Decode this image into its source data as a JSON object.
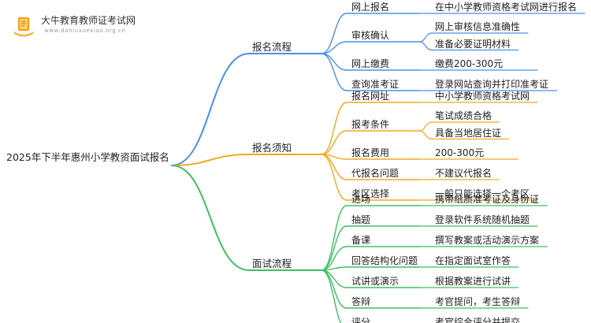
{
  "brand": {
    "name": "大牛教育教师证考试网",
    "url": "www.daniuxuexiao.org.cn"
  },
  "colors": {
    "flow": "#4a8fe8",
    "notice": "#f1a91c",
    "interview": "#3fbf62"
  },
  "mindmap": {
    "root": "2025年下半年惠州小学教资面试报名",
    "branches": [
      {
        "label": "报名流程",
        "color_key": "flow",
        "children": [
          {
            "label": "网上报名",
            "details": [
              "在中小学教师资格考试网进行报名"
            ]
          },
          {
            "label": "审核确认",
            "details": [
              "网上审核信息准确性",
              "准备必要证明材料"
            ]
          },
          {
            "label": "网上缴费",
            "details": [
              "缴费200-300元"
            ]
          },
          {
            "label": "查询准考证",
            "details": [
              "登录网站查询并打印准考证"
            ]
          }
        ]
      },
      {
        "label": "报名须知",
        "color_key": "notice",
        "children": [
          {
            "label": "报名网址",
            "details": [
              "中小学教师资格考试网"
            ]
          },
          {
            "label": "报考条件",
            "details": [
              "笔试成绩合格",
              "具备当地居住证"
            ]
          },
          {
            "label": "报名费用",
            "details": [
              "200-300元"
            ]
          },
          {
            "label": "代报名问题",
            "details": [
              "不建议代报名"
            ]
          },
          {
            "label": "考区选择",
            "details": [
              "一般只能选择一个考区"
            ]
          }
        ]
      },
      {
        "label": "面试流程",
        "color_key": "interview",
        "children": [
          {
            "label": "进场",
            "details": [
              "携带纸质准考证及身份证"
            ]
          },
          {
            "label": "抽题",
            "details": [
              "登录软件系统随机抽题"
            ]
          },
          {
            "label": "备课",
            "details": [
              "撰写教案或活动演示方案"
            ]
          },
          {
            "label": "回答结构化问题",
            "details": [
              "在指定面试室作答"
            ]
          },
          {
            "label": "试讲或演示",
            "details": [
              "根据教案进行试讲"
            ]
          },
          {
            "label": "答辩",
            "details": [
              "考官提问，考生答辩"
            ]
          },
          {
            "label": "评分",
            "details": [
              "考官综合评分并提交"
            ]
          }
        ]
      }
    ]
  }
}
